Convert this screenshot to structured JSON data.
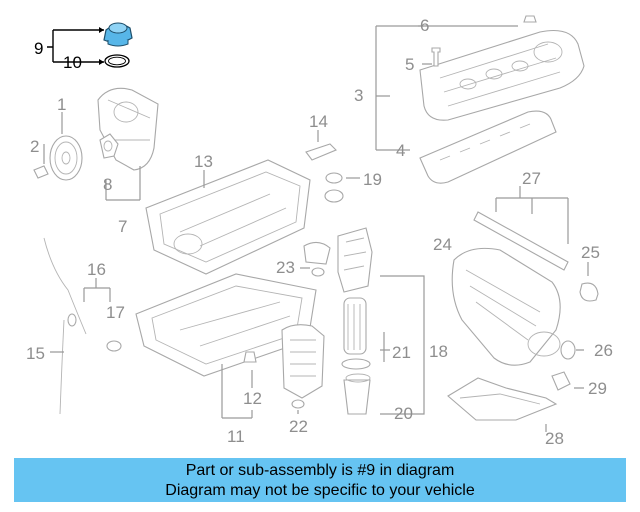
{
  "diagram": {
    "callouts": [
      {
        "id": "c1",
        "text": "1"
      },
      {
        "id": "c2",
        "text": "2"
      },
      {
        "id": "c3",
        "text": "3"
      },
      {
        "id": "c4",
        "text": "4"
      },
      {
        "id": "c5",
        "text": "5"
      },
      {
        "id": "c6",
        "text": "6"
      },
      {
        "id": "c7",
        "text": "7"
      },
      {
        "id": "c8",
        "text": "8"
      },
      {
        "id": "c9",
        "text": "9"
      },
      {
        "id": "c10",
        "text": "10"
      },
      {
        "id": "c11",
        "text": "11"
      },
      {
        "id": "c12",
        "text": "12"
      },
      {
        "id": "c13",
        "text": "13"
      },
      {
        "id": "c14",
        "text": "14"
      },
      {
        "id": "c15",
        "text": "15"
      },
      {
        "id": "c16",
        "text": "16"
      },
      {
        "id": "c17",
        "text": "17"
      },
      {
        "id": "c18",
        "text": "18"
      },
      {
        "id": "c19",
        "text": "19"
      },
      {
        "id": "c20",
        "text": "20"
      },
      {
        "id": "c21",
        "text": "21"
      },
      {
        "id": "c22",
        "text": "22"
      },
      {
        "id": "c23",
        "text": "23"
      },
      {
        "id": "c24",
        "text": "24"
      },
      {
        "id": "c25",
        "text": "25"
      },
      {
        "id": "c26",
        "text": "26"
      },
      {
        "id": "c27",
        "text": "27"
      },
      {
        "id": "c28",
        "text": "28"
      },
      {
        "id": "c29",
        "text": "29"
      }
    ],
    "highlight_color": "#57b6e8",
    "line_color": "#9a9a9a"
  },
  "caption": {
    "line1": "Part or sub-assembly is #9 in diagram",
    "line2": "Diagram may not be specific to your vehicle",
    "background": "#66c4f2"
  }
}
